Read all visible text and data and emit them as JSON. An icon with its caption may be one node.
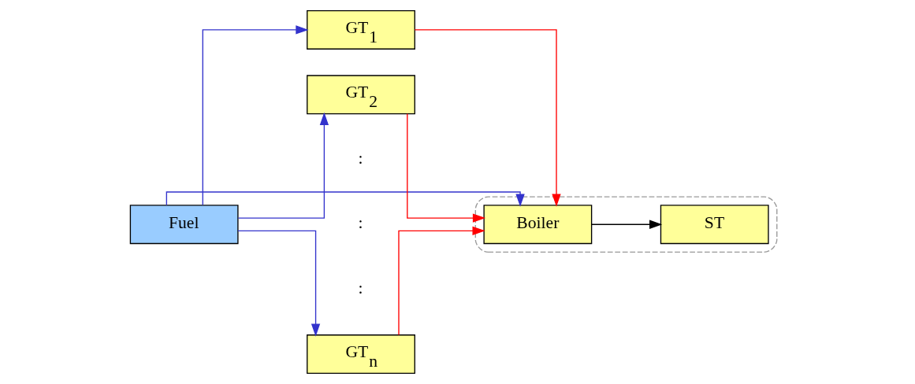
{
  "diagram": {
    "nodes": [
      {
        "text": [
          "Fuel"
        ]
      },
      {
        "text": [
          "GT$_{1}$"
        ]
      },
      {
        "text": [
          "GT$_{2}$"
        ]
      },
      {
        "text": [
          "GT$_{n}$"
        ]
      },
      {
        "text": [],
        "shape": "box"
      },
      {
        "text": [
          "Boiler"
        ],
        "in": 4
      },
      {
        "text": [
          "ST"
        ],
        "in": 4
      }
    ],
    "edges": [
      {
        "from": 0,
        "to": 1,
        "arrow": "to"
      },
      {
        "from": 0,
        "to": 2,
        "arrow": "to"
      },
      {
        "from": 0,
        "to": 3,
        "arrow": "to"
      },
      {
        "from": 1,
        "to": 5,
        "arrow": "to",
        "color": "#ff0000"
      },
      {
        "from": 2,
        "to": 5,
        "arrow": "to",
        "color": "#ff0000"
      },
      {
        "from": 3,
        "to": 5,
        "arrow": "to",
        "color": "#ff0000"
      },
      {
        "from": 5,
        "to": 6,
        "arrow": "to",
        "color": "#000000"
      },
      {
        "from": 0,
        "to": 5,
        "arrow": "to"
      }
    ],
    "labels": [
      ":",
      ":",
      ":"
    ]
  }
}
